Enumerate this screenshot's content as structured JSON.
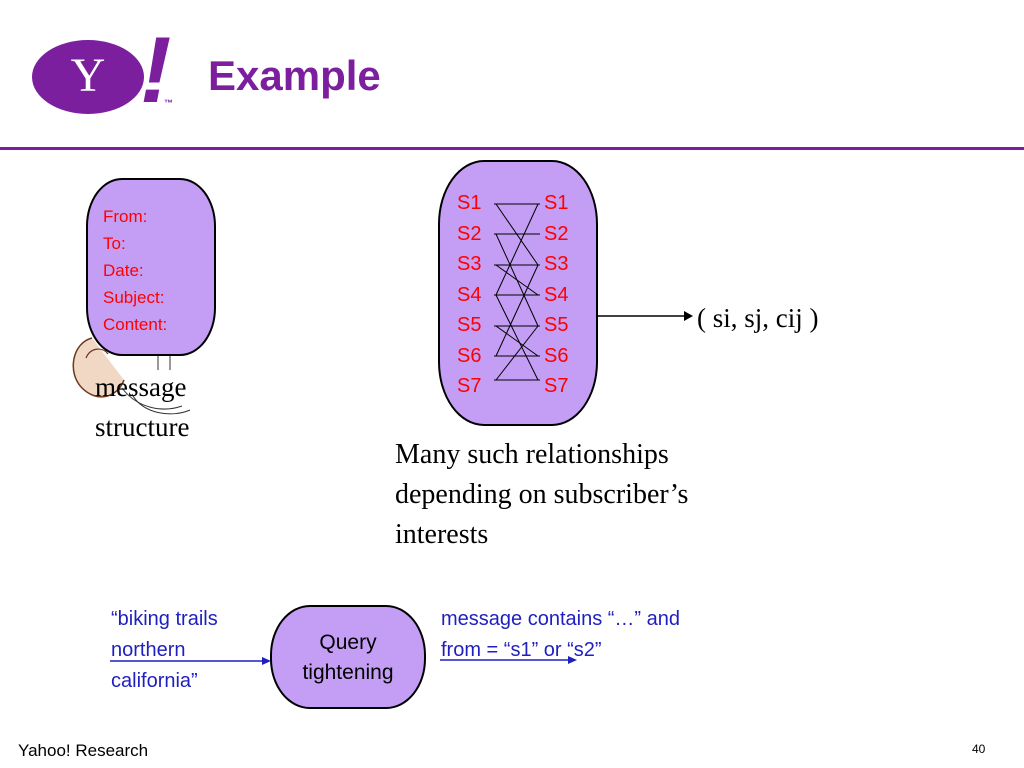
{
  "slide": {
    "title": "Example",
    "logo": {
      "letter": "Y",
      "exclaim": "!",
      "tm": "™",
      "color": "#7b1f9e"
    },
    "message_fields": [
      "From:",
      "To:",
      "Date:",
      "Subject:",
      "Content:"
    ],
    "structure_label": [
      "message",
      "structure"
    ],
    "subscribers_left": [
      "S1",
      "S2",
      "S3",
      "S4",
      "S5",
      "S6",
      "S7"
    ],
    "subscribers_right": [
      "S1",
      "S2",
      "S3",
      "S4",
      "S5",
      "S6",
      "S7"
    ],
    "relation_label": "( si, sj, cij )",
    "relationships_text": [
      "Many such relationships",
      "depending on subscriber’s",
      "interests"
    ],
    "query_input": [
      "“biking trails",
      "northern",
      "california”"
    ],
    "query_box": [
      "Query",
      "tightening"
    ],
    "query_output": [
      "message contains “…”  and",
      "from = “s1” or “s2”"
    ],
    "footer": "Yahoo! Research",
    "page_number": "40",
    "colors": {
      "accent": "#7b1f9e",
      "box_fill": "#c49ef5",
      "field_text": "#ff0000",
      "link_text": "#1f1fbf"
    }
  }
}
